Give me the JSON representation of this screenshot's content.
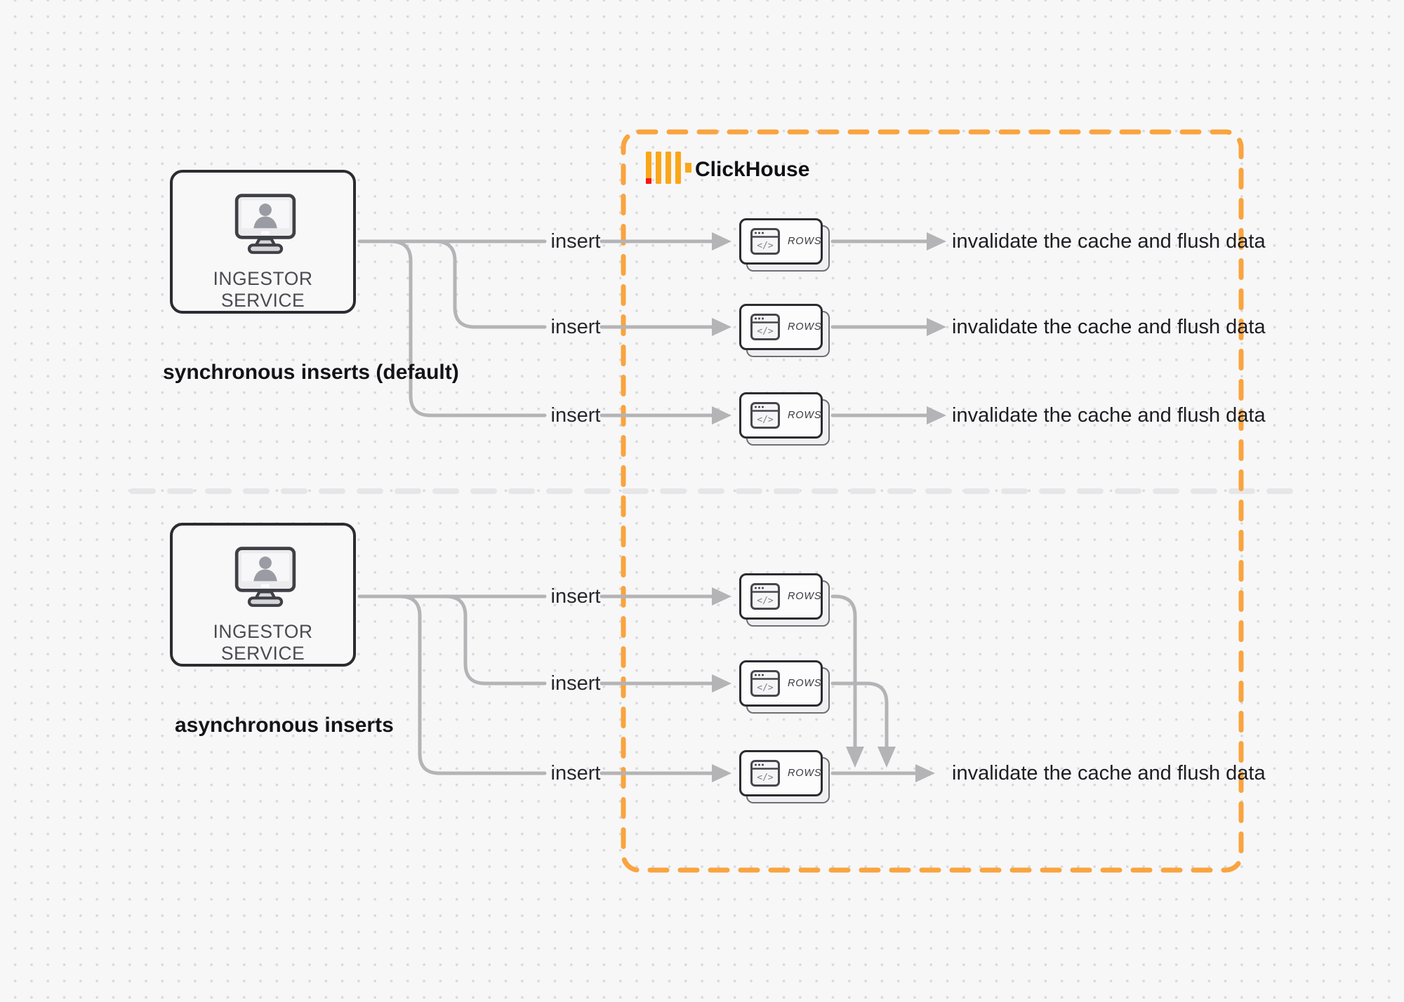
{
  "sections": {
    "sync": {
      "caption": "synchronous inserts (default)",
      "service_label": "INGESTOR SERVICE",
      "insert_count": 3,
      "insert_rows": [
        "insert",
        "insert",
        "insert"
      ]
    },
    "async": {
      "caption": "asynchronous inserts",
      "service_label": "INGESTOR SERVICE",
      "insert_count": 3,
      "insert_rows": [
        "insert",
        "insert",
        "insert"
      ]
    }
  },
  "clickhouse": {
    "label": "ClickHouse"
  },
  "labels": {
    "insert": "insert",
    "rows": "ROWS",
    "invalidate": "invalidate the cache and flush data"
  },
  "icons": {
    "ingestor": "monitor-user-icon",
    "rows_card": "code-window-icon",
    "logo": "clickhouse-bars-logo"
  },
  "colors": {
    "background": "#f7f7f8",
    "dot_grid": "#d9d9dd",
    "connector_gray": "#b4b4b6",
    "box_border_dark": "#2b2b30",
    "clickhouse_dashed_orange": "#F9A43F",
    "logo_yellow": "#FAA61A",
    "logo_red": "#F81414",
    "divider_gray": "#e6e6e9",
    "text_dark": "#1b1b1f",
    "text_muted": "#4a4a52"
  }
}
